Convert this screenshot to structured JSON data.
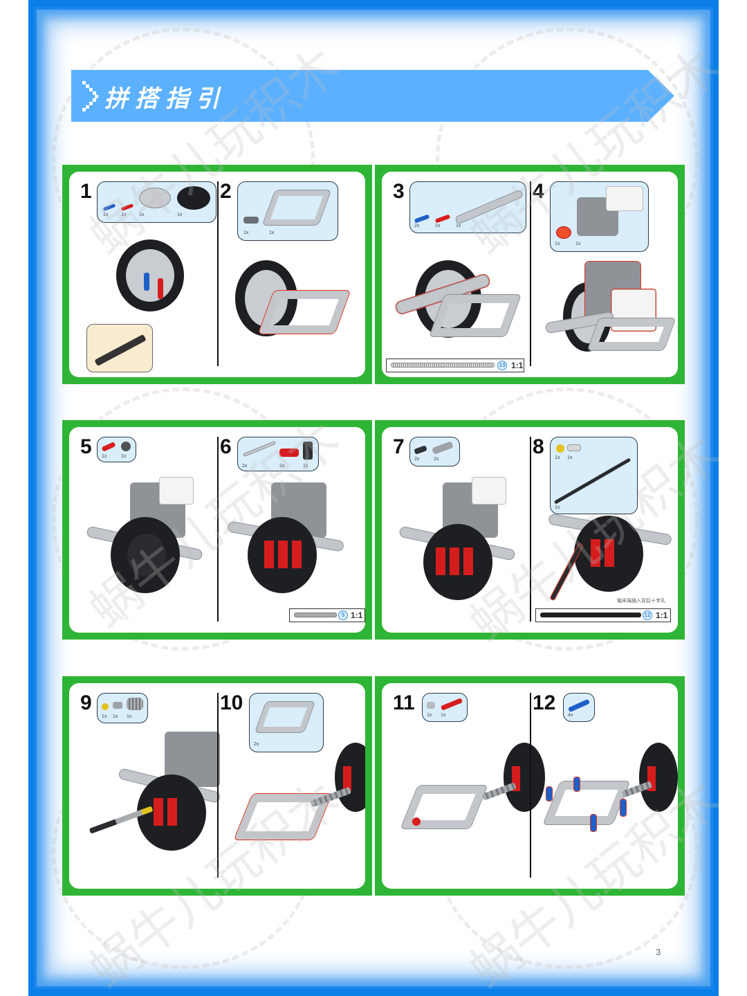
{
  "page": {
    "banner_title": "拼搭指引",
    "page_number": "3",
    "watermark": "蜗牛儿玩积木",
    "colors": {
      "frame_blue": "#0a7fe8",
      "banner_blue": "#5cb1ff",
      "panel_green": "#2fb535",
      "parts_box_bg": "#d9edfa"
    }
  },
  "panels": [
    {
      "steps": [
        {
          "number": "1",
          "parts": [
            {
              "name": "blue pin",
              "qty": "1x"
            },
            {
              "name": "red pin",
              "qty": "1x"
            },
            {
              "name": "turntable top",
              "qty": "1x"
            },
            {
              "name": "turntable gear base",
              "qty": "1x"
            }
          ]
        },
        {
          "number": "2",
          "parts": [
            {
              "name": "dark gray connector",
              "qty": "1x"
            },
            {
              "name": "5x7 open frame",
              "qty": "1x"
            }
          ]
        }
      ]
    },
    {
      "steps": [
        {
          "number": "3",
          "parts": [
            {
              "name": "blue pin",
              "qty": "2x"
            },
            {
              "name": "red pin",
              "qty": "1x"
            },
            {
              "name": "beam 13",
              "qty": "1x"
            }
          ]
        },
        {
          "number": "4",
          "parts": [
            {
              "name": "red motor hub",
              "qty": "1x"
            },
            {
              "name": "medium motor",
              "qty": "1x"
            }
          ]
        }
      ],
      "scale": {
        "length": "13",
        "ratio": "1:1"
      }
    },
    {
      "steps": [
        {
          "number": "5",
          "parts": [
            {
              "name": "red beam connector",
              "qty": "1x"
            },
            {
              "name": "small gear",
              "qty": "1x"
            }
          ]
        },
        {
          "number": "6",
          "parts": [
            {
              "name": "axle",
              "qty": "2x"
            },
            {
              "name": "red beam 3",
              "qty": "2x"
            },
            {
              "name": "black connector",
              "qty": "1x"
            }
          ]
        }
      ],
      "scale": {
        "length": "5",
        "ratio": "1:1"
      }
    },
    {
      "steps": [
        {
          "number": "7",
          "parts": [
            {
              "name": "black axle pin",
              "qty": "2x"
            },
            {
              "name": "gray connector",
              "qty": "2x"
            }
          ]
        },
        {
          "number": "8",
          "parts": [
            {
              "name": "yellow bush",
              "qty": "1x"
            },
            {
              "name": "gray bush",
              "qty": "1x"
            },
            {
              "name": "black axle 12",
              "qty": "1x"
            }
          ]
        }
      ],
      "caption": "轴末端插入背后十字孔",
      "scale": {
        "length": "12",
        "ratio": "1:1"
      }
    },
    {
      "steps": [
        {
          "number": "9",
          "parts": [
            {
              "name": "yellow bush",
              "qty": "1x"
            },
            {
              "name": "gray bush",
              "qty": "1x"
            },
            {
              "name": "worm gear",
              "qty": "1x"
            }
          ]
        },
        {
          "number": "10",
          "parts": [
            {
              "name": "5x7 open frame",
              "qty": "2x"
            }
          ]
        }
      ]
    },
    {
      "steps": [
        {
          "number": "11",
          "parts": [
            {
              "name": "gray bush",
              "qty": "1x"
            },
            {
              "name": "red pin",
              "qty": "1x"
            }
          ]
        },
        {
          "number": "12",
          "parts": [
            {
              "name": "blue pin",
              "qty": "4x"
            }
          ]
        }
      ]
    }
  ]
}
